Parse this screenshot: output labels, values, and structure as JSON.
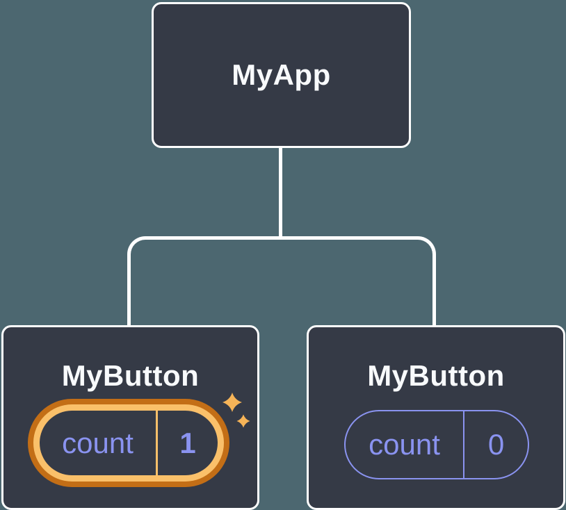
{
  "diagram": {
    "name": "react-component-tree",
    "root": {
      "label": "MyApp"
    },
    "children": [
      {
        "label": "MyButton",
        "state": {
          "key": "count",
          "value": "1"
        },
        "highlighted": true
      },
      {
        "label": "MyButton",
        "state": {
          "key": "count",
          "value": "0"
        },
        "highlighted": false
      }
    ]
  },
  "icons": {
    "sparkle": "✦"
  },
  "colors": {
    "background": "#4c6770",
    "node_fill": "#353a46",
    "node_border": "#ffffff",
    "connector": "#ffffff",
    "state_accent": "#8a93f0",
    "highlight_outer": "#c36e16",
    "highlight_inner": "#fac06a",
    "sparkle": "#f6b458"
  }
}
